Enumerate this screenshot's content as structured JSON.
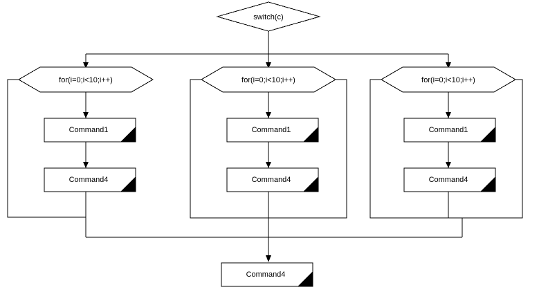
{
  "diagram": {
    "title": "switch statement flowchart with three case branches",
    "background_color": "#ffffff",
    "line_color": "#000000",
    "text_color": "#000000",
    "marker_color": "#000000"
  },
  "nodes": {
    "decision": {
      "label": "switch(c)",
      "shape": "diamond"
    },
    "branches": [
      {
        "id": "branch-left",
        "loop": {
          "label": "for(i=0;i<10;i++)",
          "shape": "hexagon"
        },
        "steps": [
          {
            "label": "Command1",
            "shape": "process-with-corner"
          },
          {
            "label": "Command4",
            "shape": "process-with-corner"
          }
        ]
      },
      {
        "id": "branch-middle",
        "loop": {
          "label": "for(i=0;i<10;i++)",
          "shape": "hexagon"
        },
        "steps": [
          {
            "label": "Command1",
            "shape": "process-with-corner"
          },
          {
            "label": "Command4",
            "shape": "process-with-corner"
          }
        ]
      },
      {
        "id": "branch-right",
        "loop": {
          "label": "for(i=0;i<10;i++)",
          "shape": "hexagon"
        },
        "steps": [
          {
            "label": "Command1",
            "shape": "process-with-corner"
          },
          {
            "label": "Command4",
            "shape": "process-with-corner"
          }
        ]
      }
    ],
    "merge_step": {
      "label": "Command4",
      "shape": "process-with-corner"
    }
  }
}
